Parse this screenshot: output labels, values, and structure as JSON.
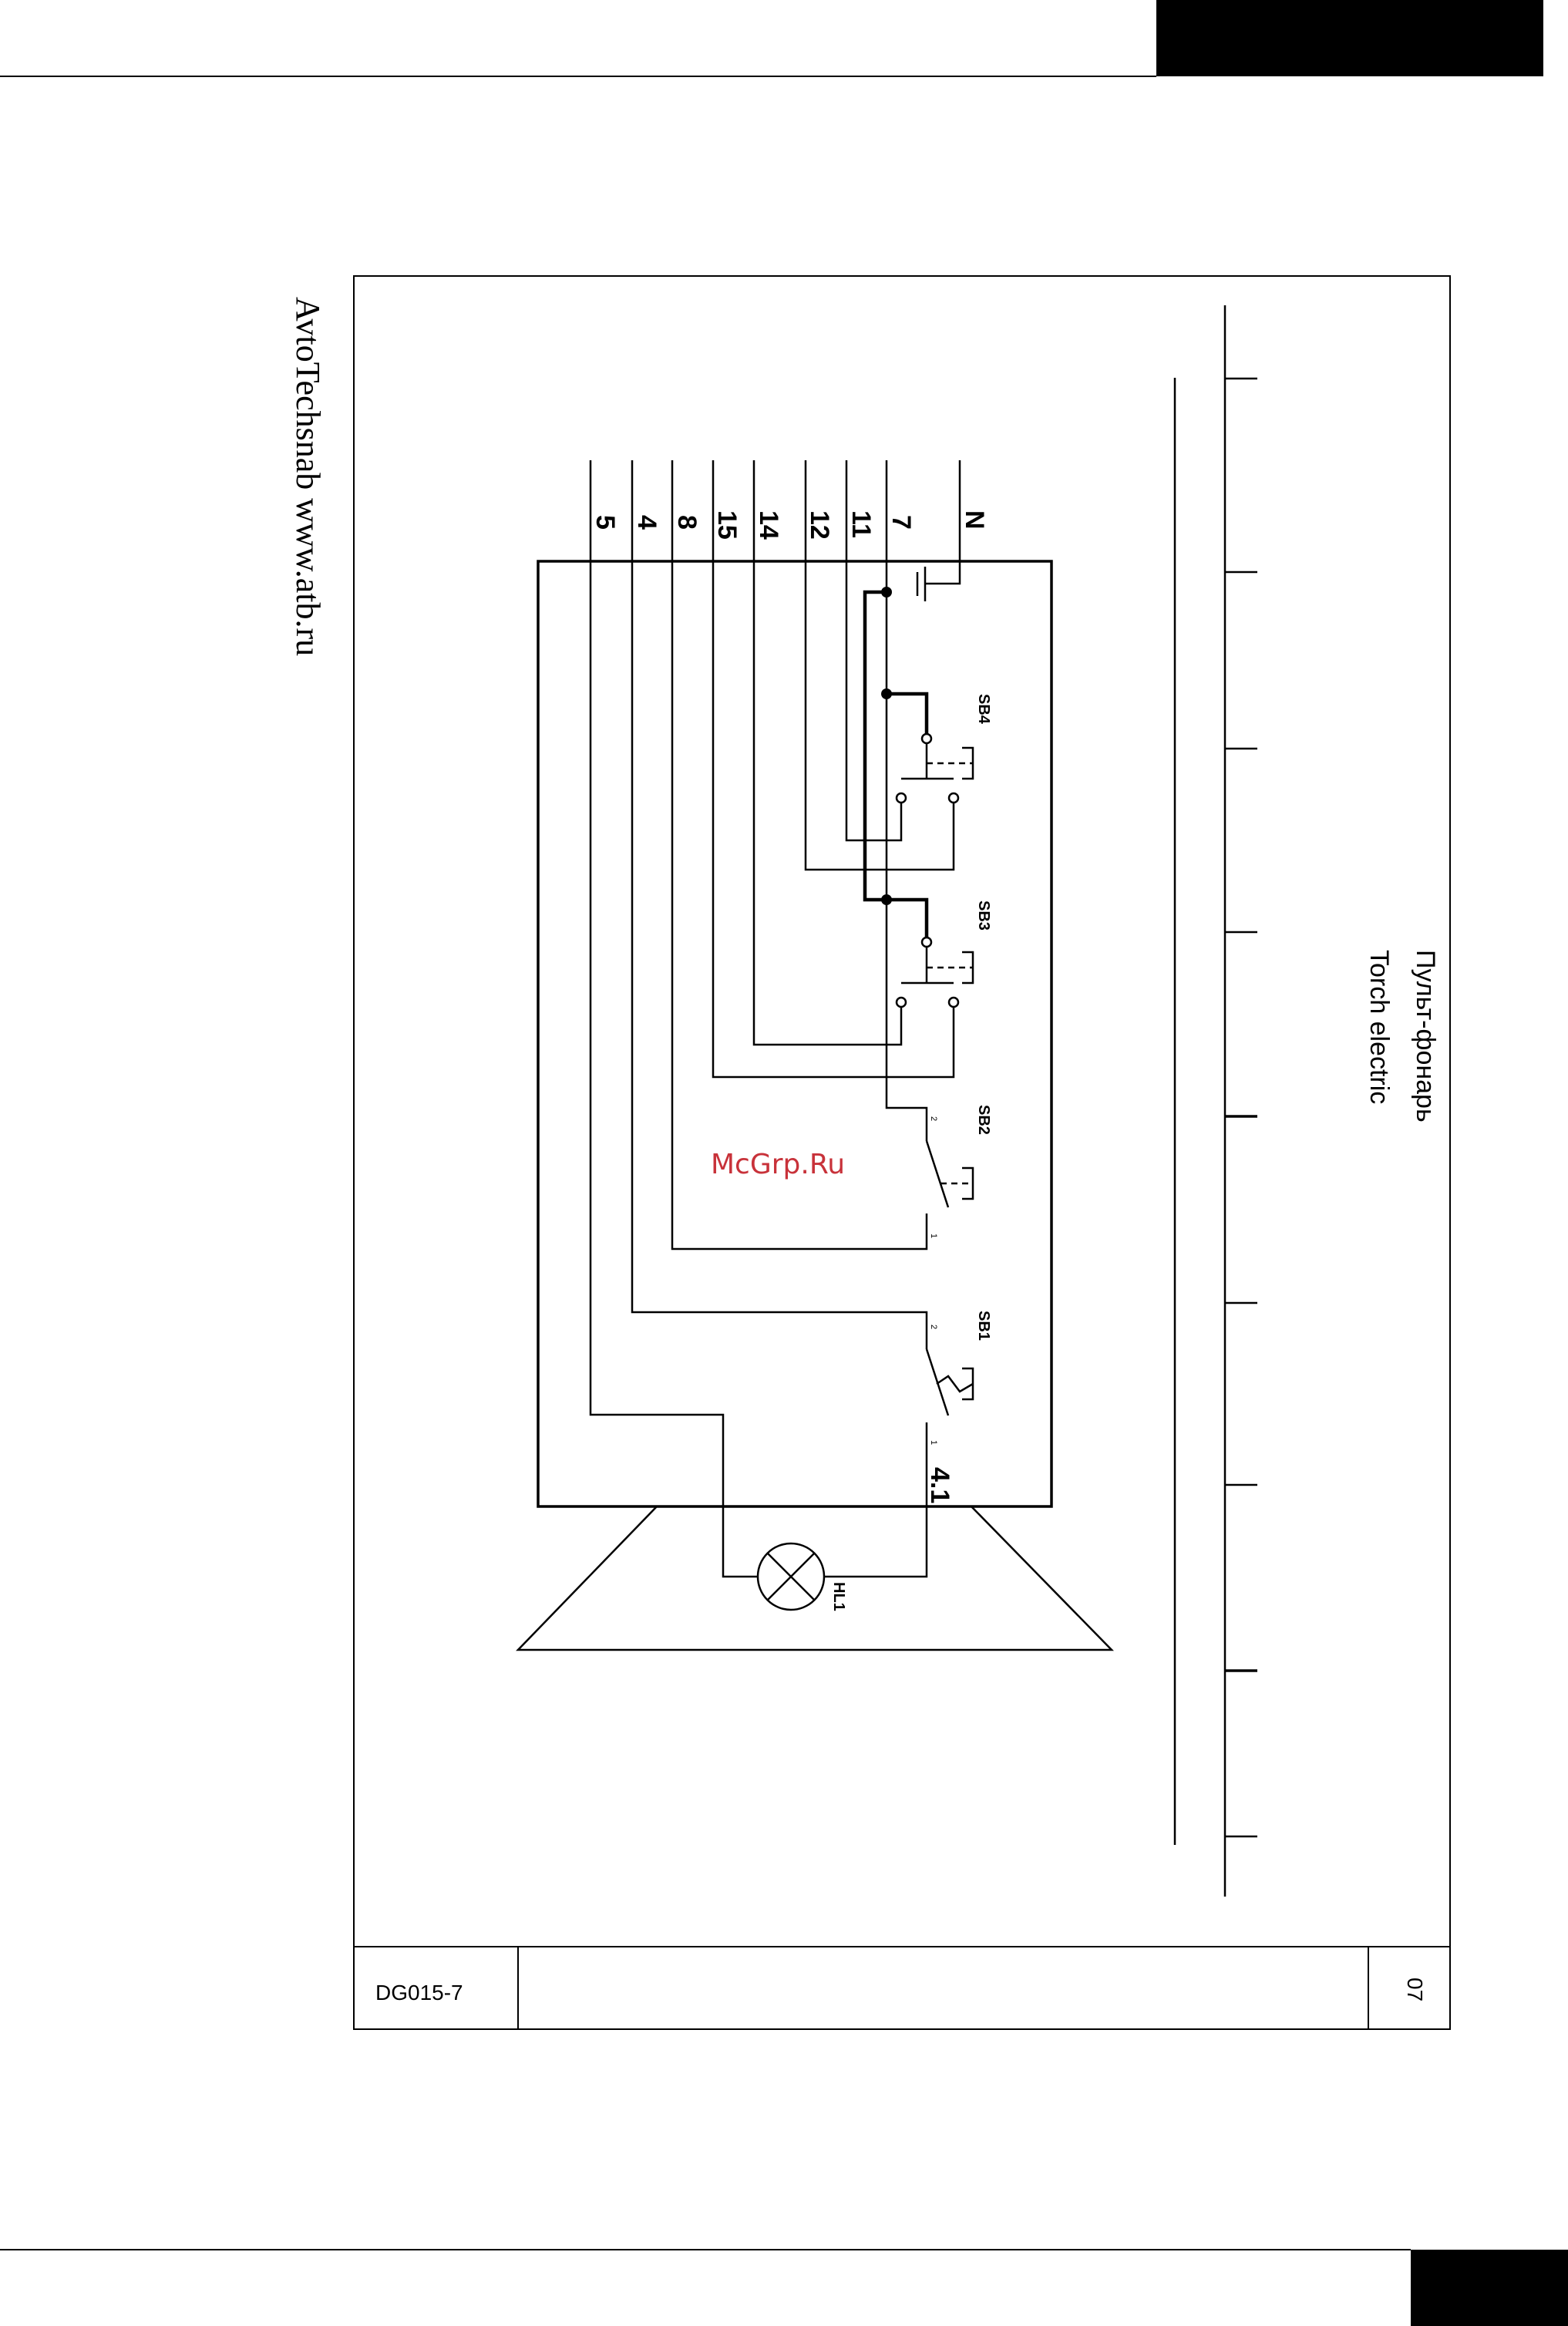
{
  "header": {
    "bar_color": "#000000"
  },
  "footer": {
    "bar_color": "#000000"
  },
  "brand_text": "AvtoTechsnab  www.atb.ru",
  "watermark": "McGrp.Ru",
  "title_block": {
    "title_ru": "Пульт-фонарь",
    "title_en": "Torch electric",
    "drawing_code": "DG015-7",
    "page": "07"
  },
  "diagram": {
    "wires": [
      "5",
      "4",
      "8",
      "15",
      "14",
      "12",
      "11",
      "7",
      "N"
    ],
    "switches": [
      "SB1",
      "SB2",
      "SB3",
      "SB4"
    ],
    "lamp": "HL1",
    "junction": "4.1",
    "contact_marks": [
      "1",
      "2"
    ]
  }
}
